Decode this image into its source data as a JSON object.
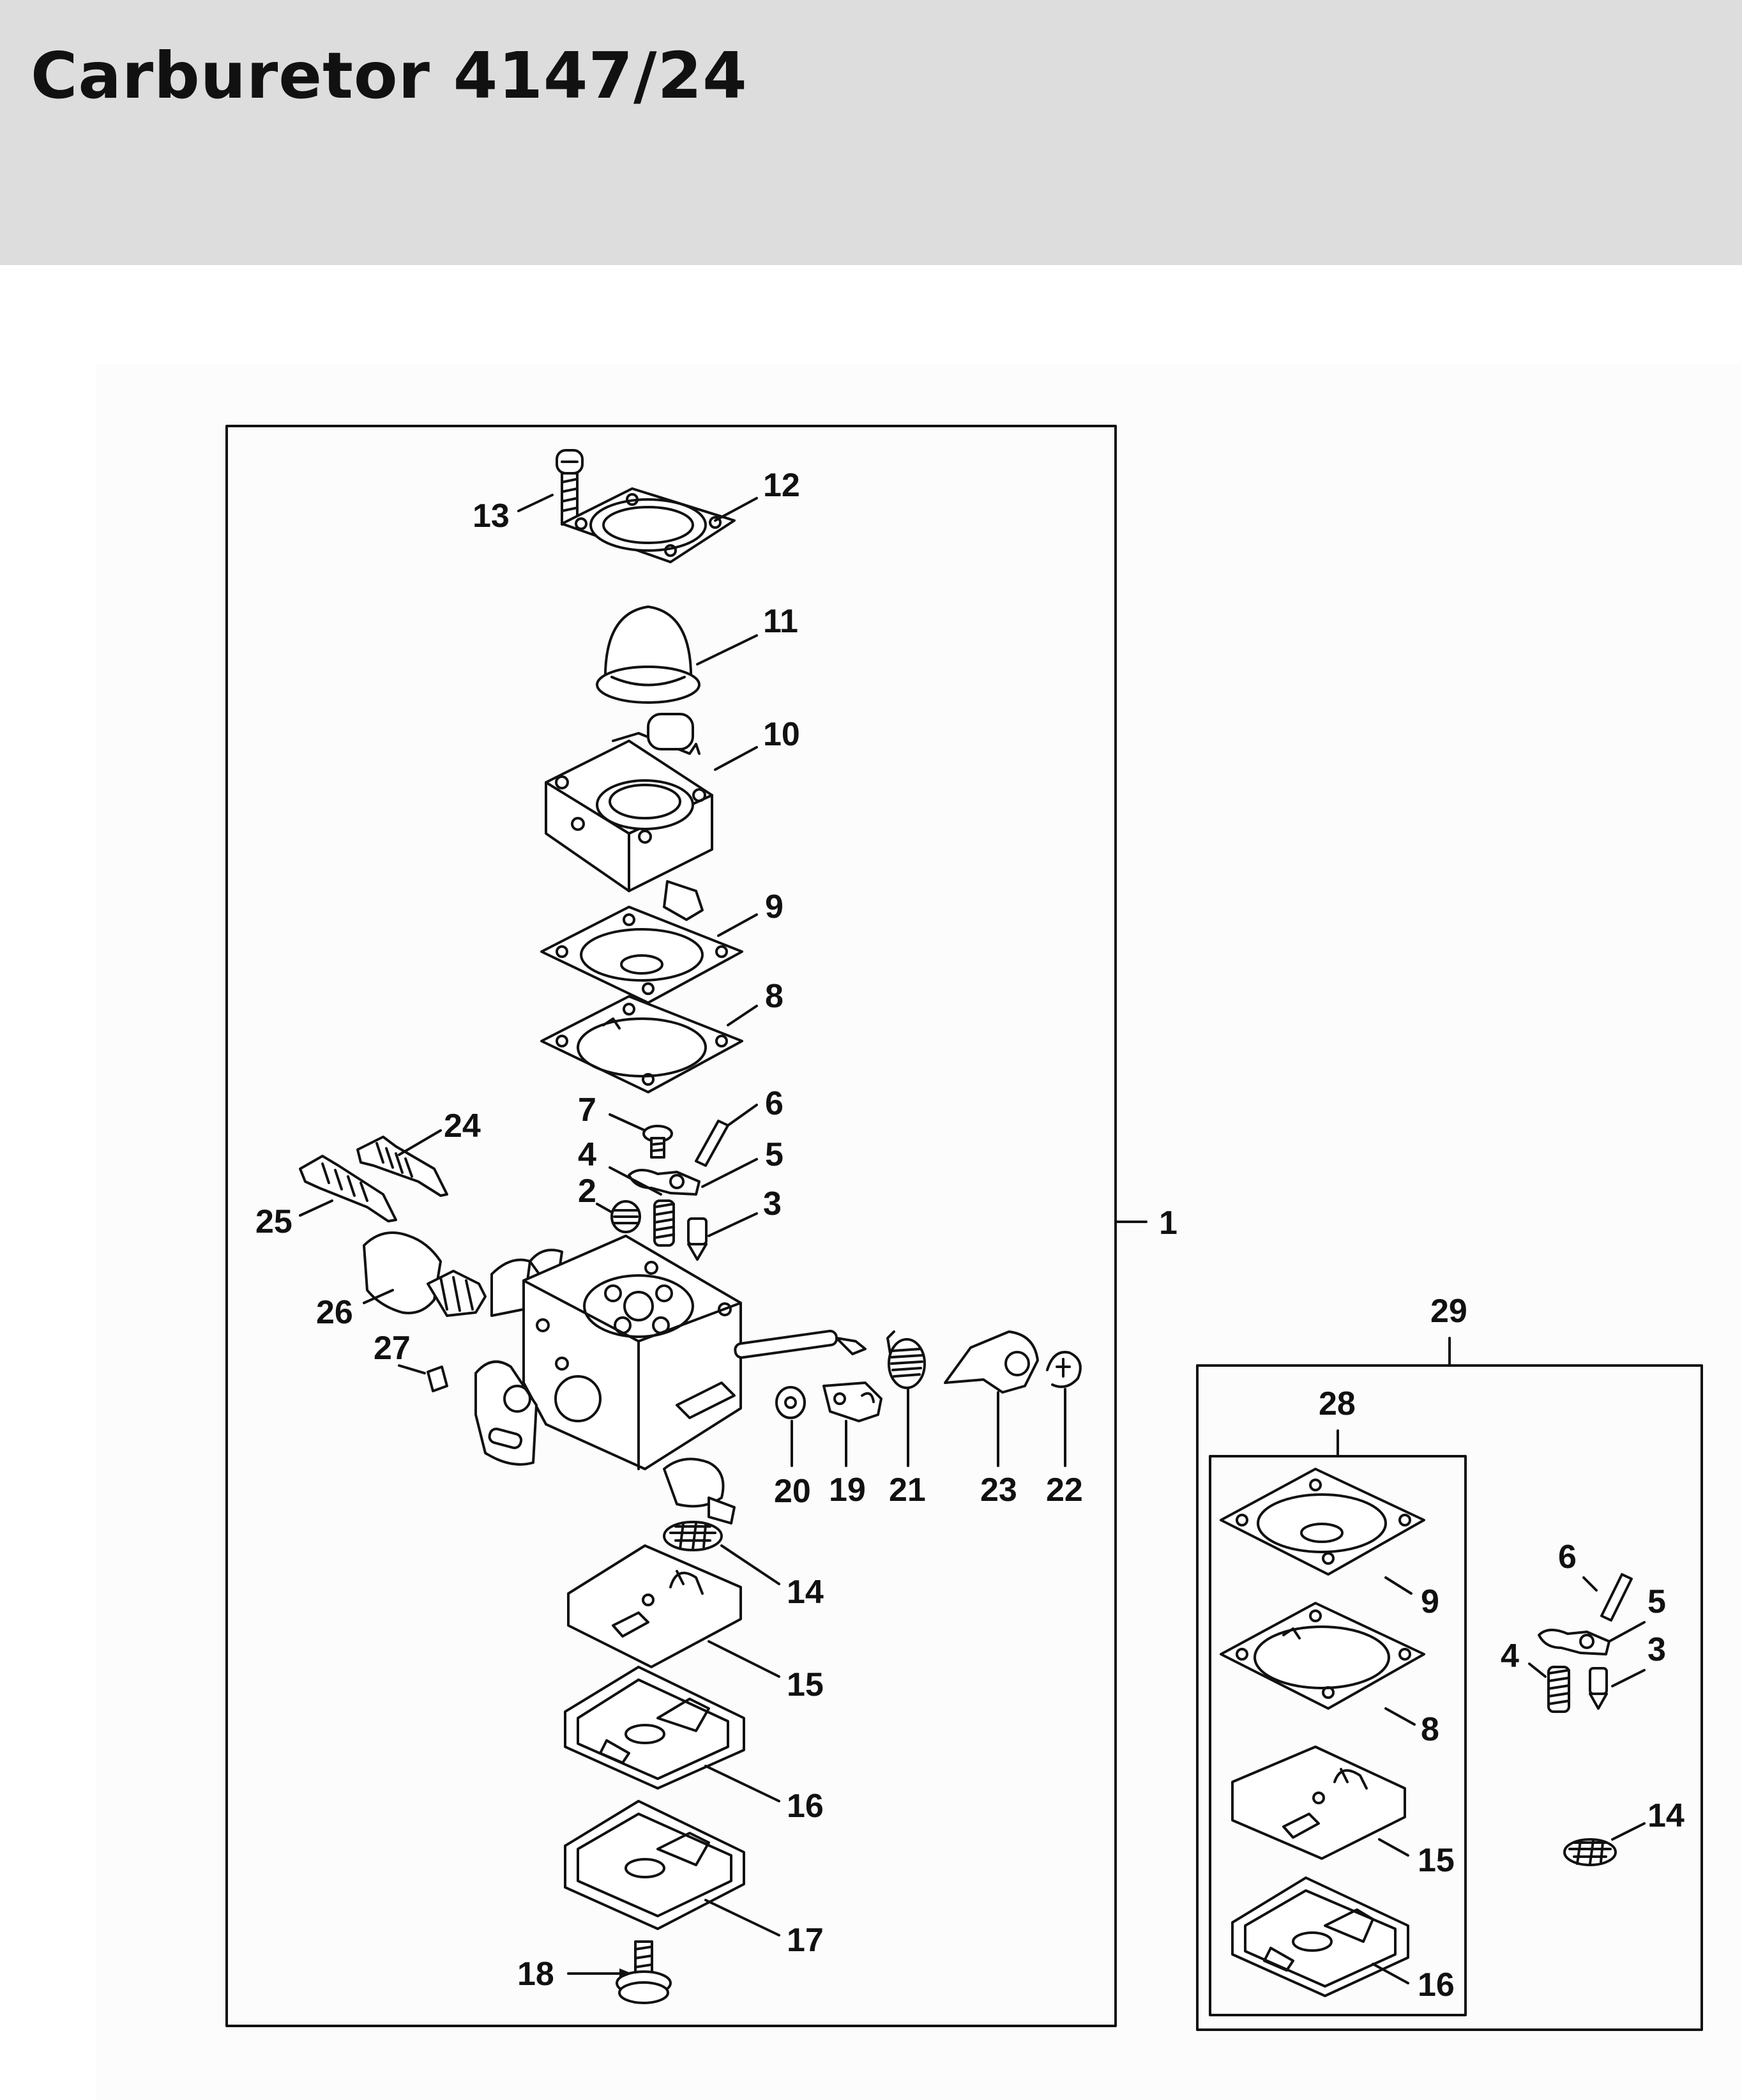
{
  "title": "Carburetor 4147/24",
  "callouts": {
    "c1": "1",
    "c2": "2",
    "c3": "3",
    "c4": "4",
    "c5": "5",
    "c6": "6",
    "c7": "7",
    "c8": "8",
    "c9": "9",
    "c10": "10",
    "c11": "11",
    "c12": "12",
    "c13": "13",
    "c14": "14",
    "c15": "15",
    "c16": "16",
    "c17": "17",
    "c18": "18",
    "c19": "19",
    "c20": "20",
    "c21": "21",
    "c22": "22",
    "c23": "23",
    "c24": "24",
    "c25": "25",
    "c26": "26",
    "c27": "27"
  },
  "kit": {
    "c29": "29",
    "c28": "28",
    "c9": "9",
    "c8": "8",
    "c15": "15",
    "c16": "16",
    "c6": "6",
    "c5": "5",
    "c4": "4",
    "c3": "3",
    "c14": "14"
  }
}
